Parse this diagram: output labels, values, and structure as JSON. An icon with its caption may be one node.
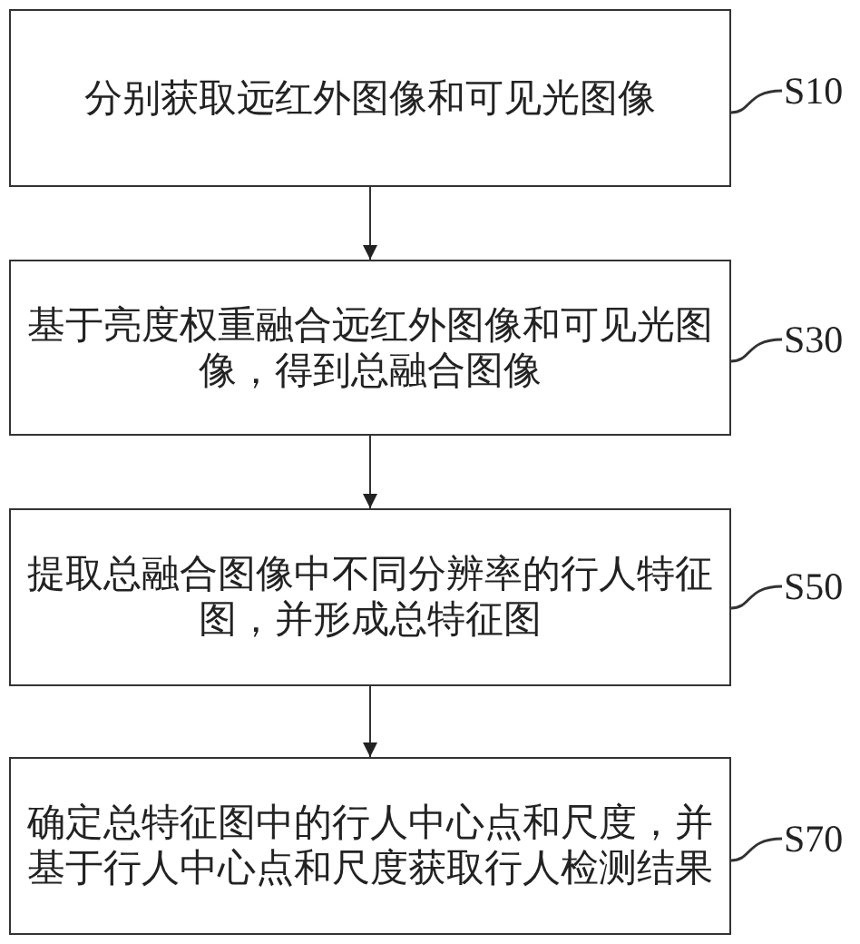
{
  "diagram": {
    "nodes": [
      {
        "text": [
          "分别获取远红外图像和可见光图像"
        ]
      },
      {
        "text": [
          "基于亮度权重融合远红外图像和可见光图像，得到总融合图像"
        ]
      },
      {
        "text": [
          "提取总融合图像中不同分辨率的行人特征图，并形成总特征图"
        ]
      },
      {
        "text": [
          "确定总特征图中的行人中心点和尺度，并基于行人中心点和尺度获取行人检测结果"
        ]
      },
      {
        "text": [
          "S10"
        ]
      },
      {
        "text": [
          "S30"
        ]
      },
      {
        "text": [
          "S50"
        ]
      },
      {
        "text": [
          "S70"
        ]
      }
    ],
    "edges": [
      {
        "from": 0,
        "to": 1,
        "arrow": "to"
      },
      {
        "from": 1,
        "to": 2,
        "arrow": "to"
      },
      {
        "from": 2,
        "to": 3,
        "arrow": "to"
      },
      {
        "from": 4,
        "to": 0,
        "arrow": "none"
      },
      {
        "from": 5,
        "to": 1,
        "arrow": "none"
      },
      {
        "from": 6,
        "to": 2,
        "arrow": "none"
      },
      {
        "from": 7,
        "to": 3,
        "arrow": "none"
      }
    ]
  }
}
